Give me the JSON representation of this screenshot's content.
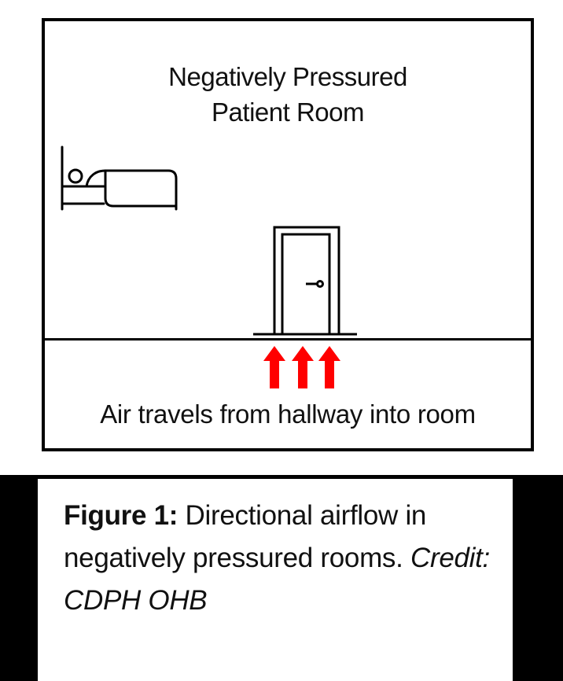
{
  "diagram": {
    "room_title_line1": "Negatively Pressured",
    "room_title_line2": "Patient Room",
    "hallway_text": "Air travels from hallway into room",
    "icons": {
      "bed": "bed-icon",
      "door": "door-icon",
      "arrows": "airflow-arrow-icon"
    },
    "arrow_count": 3,
    "colors": {
      "arrow": "#ff0000",
      "stroke": "#000000",
      "background": "#ffffff"
    }
  },
  "caption": {
    "label": "Figure 1:",
    "text_part1": " Directional airflow in negatively pressured rooms. ",
    "credit": "Credit: CDPH OHB"
  }
}
